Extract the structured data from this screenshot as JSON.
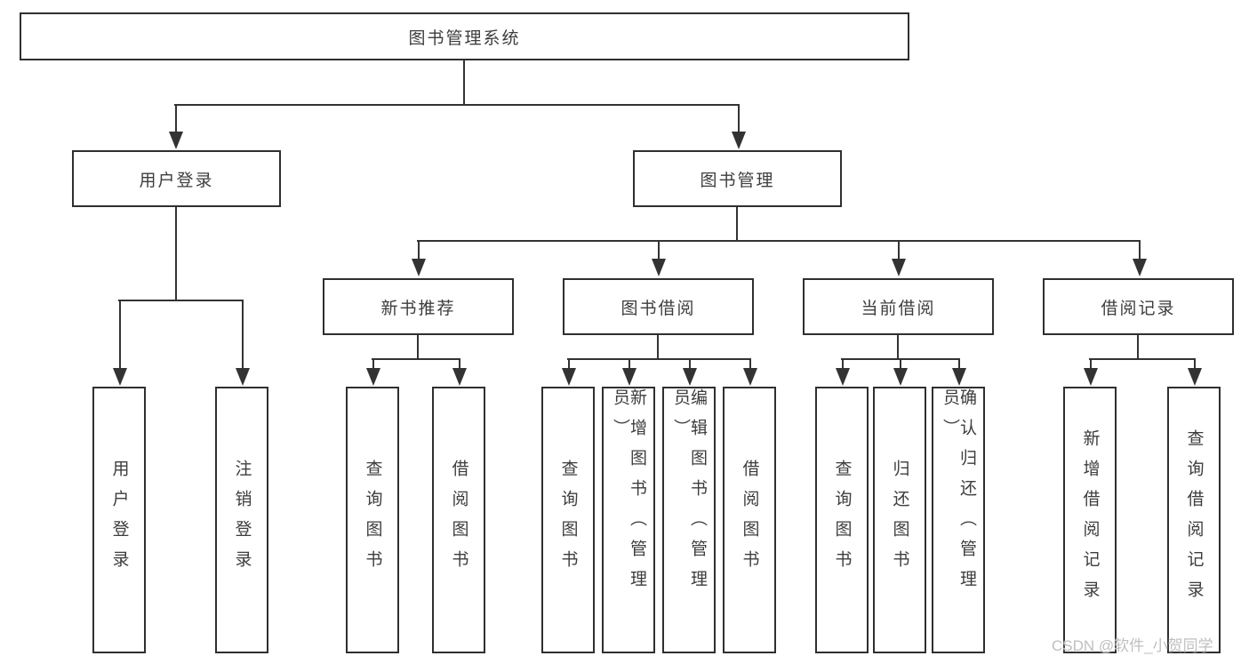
{
  "diagram": {
    "root": {
      "label": "图书管理系统"
    },
    "level2": [
      {
        "label": "用户登录"
      },
      {
        "label": "图书管理"
      }
    ],
    "level3": [
      {
        "label": "新书推荐"
      },
      {
        "label": "图书借阅"
      },
      {
        "label": "当前借阅"
      },
      {
        "label": "借阅记录"
      }
    ],
    "leaves": {
      "user_login": [
        "用户登录",
        "注销登录"
      ],
      "new_book_recommend": [
        "查询图书",
        "借阅图书"
      ],
      "book_borrow": [
        "查询图书",
        "新增图书（管理员）",
        "编辑图书（管理员）",
        "借阅图书"
      ],
      "current_borrow": [
        "查询图书",
        "归还图书",
        "确认归还（管理员）"
      ],
      "borrow_records": [
        "新增借阅记录",
        "查询借阅记录"
      ]
    }
  },
  "watermark": {
    "text": "CSDN @软件_小贺同学"
  },
  "colors": {
    "line": "#333333",
    "box_border": "#2f2f2f",
    "text": "#3d3d3d",
    "background": "#ffffff",
    "watermark": "#bfbfbf"
  }
}
